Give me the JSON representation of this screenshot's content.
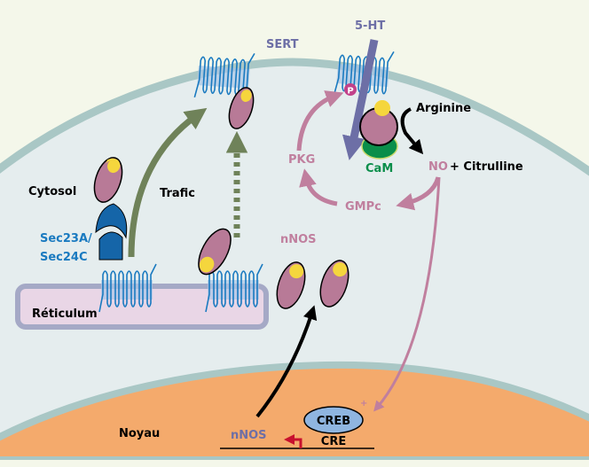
{
  "labels": {
    "sert": "SERT",
    "serotonin": "5-HT",
    "arginine": "Arginine",
    "pkg": "PKG",
    "cam": "CaM",
    "no": "NO",
    "citrulline": "+ Citrulline",
    "gmpc": "GMPc",
    "cytosol": "Cytosol",
    "trafic": "Trafic",
    "sec23a": "Sec23A/",
    "sec24c": "Sec24C",
    "reticulum": "Réticulum",
    "nnos_cyto": "nNOS",
    "noyau": "Noyau",
    "nnos_gene": "nNOS",
    "creb": "CREB",
    "cre": "CRE",
    "plus": "+",
    "phospho": "P"
  },
  "colors": {
    "background": "#f4f7ea",
    "cytoplasm": "#e5edee",
    "membrane": "#a9c7c5",
    "nucleus": "#f4aa6c",
    "reticulum_fill": "#e9d6e6",
    "reticulum_border": "#a5a9c6",
    "nnos": "#b87a97",
    "nnos_cap": "#f5d63d",
    "cam": "#0a8e4a",
    "serotonin": "#6d6fa6",
    "signaling": "#c07f9e",
    "trafficking": "#6f8259",
    "transporter": "#1a7ac0",
    "creb": "#8fb5e0",
    "promoter": "#c8102e"
  }
}
